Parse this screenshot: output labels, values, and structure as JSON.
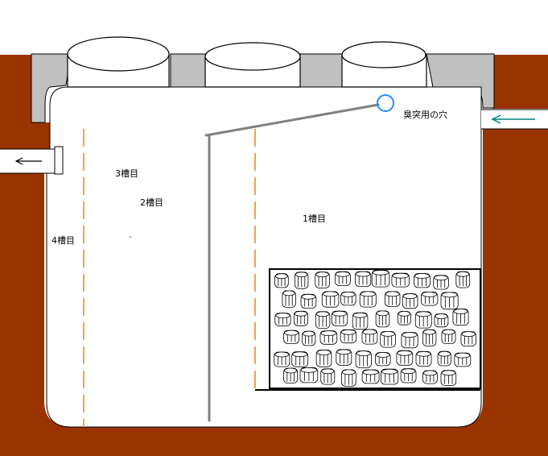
{
  "labels": {
    "tank1": "1槽目",
    "tank2": "2槽目",
    "tank3": "3槽目",
    "tank4": "4槽目",
    "vent_hole": "臭突用の穴"
  },
  "colors": {
    "soil": "#993300",
    "tank": "#ffffff",
    "outline": "#000000",
    "concrete": "#c0c0c0",
    "divider_dashed": "#f5a04a",
    "baffle": "#808080",
    "vent_ring": "#1e90ff",
    "inflow_arrow": "#008080"
  },
  "icons": {
    "inflow": "arrow-left-icon",
    "outflow": "arrow-left-icon"
  }
}
